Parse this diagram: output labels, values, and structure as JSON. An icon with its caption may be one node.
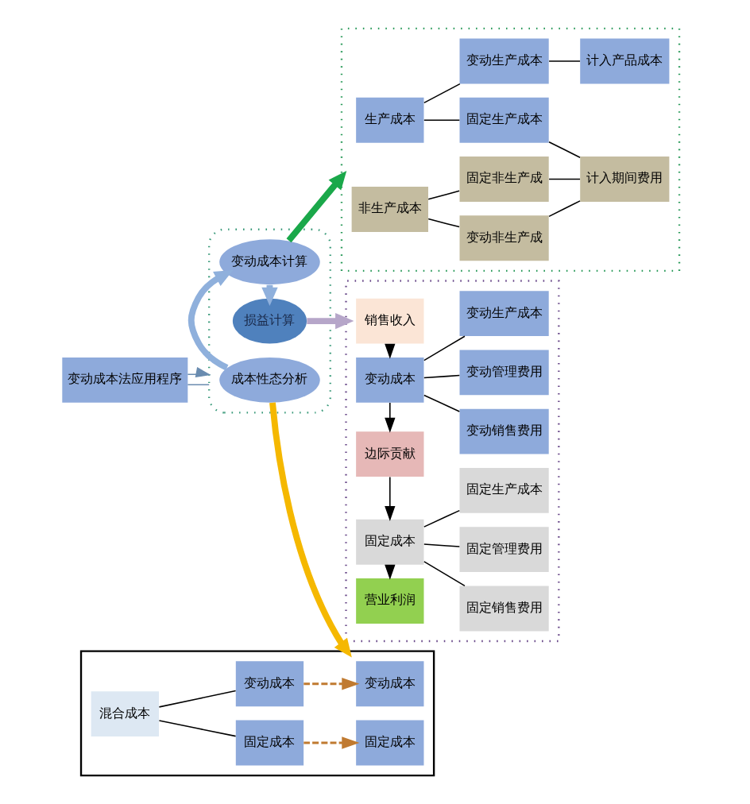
{
  "diagram": {
    "nodes": [
      {
        "text": [
          "变动成本法应用程序"
        ]
      },
      {
        "text": [],
        "shape": "box"
      },
      {
        "text": [
          "成本性态分析"
        ],
        "in": 1
      },
      {
        "text": [
          "变动成本计算"
        ],
        "in": 1
      },
      {
        "text": [
          "损益计算"
        ],
        "in": 1
      },
      {
        "text": [],
        "shape": "box"
      },
      {
        "text": [
          "变动成本"
        ],
        "in": 5
      },
      {
        "text": [
          "混合成本"
        ],
        "in": 5
      },
      {
        "text": [
          "变动成本"
        ],
        "in": 5
      },
      {
        "text": [
          "固定成本"
        ],
        "in": 5
      },
      {
        "text": [
          "固定成本"
        ],
        "in": 5
      },
      {
        "text": [],
        "shape": "box"
      },
      {
        "text": [
          "生产成本"
        ],
        "in": 11
      },
      {
        "text": [
          "非生产成本"
        ],
        "in": 11
      },
      {
        "text": [
          "变动生产成本"
        ],
        "in": 11
      },
      {
        "text": [
          "固定生产成本"
        ],
        "in": 11
      },
      {
        "text": [
          "变动非生产成"
        ],
        "in": 11
      },
      {
        "text": [
          "固定非生产成"
        ],
        "in": 11
      },
      {
        "text": [
          "计入产品成本"
        ],
        "in": 11
      },
      {
        "text": [
          "计入期间费用"
        ],
        "in": 11
      },
      {
        "text": [],
        "shape": "box"
      },
      {
        "text": [
          "销售收入"
        ],
        "in": 20
      },
      {
        "text": [
          "变动成本"
        ],
        "in": 20
      },
      {
        "text": [
          "边际贡献"
        ],
        "in": 20
      },
      {
        "text": [
          "固定成本"
        ],
        "in": 20
      },
      {
        "text": [
          "营业利润"
        ],
        "in": 20
      },
      {
        "text": [
          "变动生产成本"
        ],
        "in": 20
      },
      {
        "text": [
          "变动销售费用"
        ],
        "in": 20
      },
      {
        "text": [
          "变动管理费用"
        ],
        "in": 20
      },
      {
        "text": [
          "固定生产成本"
        ],
        "in": 20
      },
      {
        "text": [
          "固定销售费用"
        ],
        "in": 20
      },
      {
        "text": [
          "固定管理费用"
        ],
        "in": 20
      }
    ],
    "edges": [
      {
        "from": 0,
        "to": 1,
        "arrow": "none",
        "color": "#6a8cb0"
      },
      {
        "from": 0,
        "to": 1,
        "arrow": "to",
        "color": "#6a8cb0"
      },
      {
        "from": 2,
        "to": 3,
        "arrow": "to",
        "style": "thick",
        "color": "#8fb0dc"
      },
      {
        "from": 3,
        "to": 4,
        "arrow": "to",
        "style": "thick",
        "color": "#8fb0dc"
      },
      {
        "from": 2,
        "to": 5,
        "arrow": "to",
        "style": "thick",
        "color": "#f5b800"
      },
      {
        "from": 3,
        "to": 11,
        "arrow": "to",
        "style": "thick",
        "color": "#1aa84a"
      },
      {
        "from": 4,
        "to": 20,
        "arrow": "to",
        "style": "thick",
        "color": "#b6a6c9"
      },
      {
        "from": 7,
        "to": 8,
        "arrow": "none"
      },
      {
        "from": 7,
        "to": 9,
        "arrow": "none"
      },
      {
        "from": 8,
        "to": 6,
        "arrow": "to",
        "style": "dashed",
        "color": "#c07a30"
      },
      {
        "from": 9,
        "to": 10,
        "arrow": "to",
        "style": "dashed",
        "color": "#c07a30"
      },
      {
        "from": 12,
        "to": 14,
        "arrow": "none"
      },
      {
        "from": 12,
        "to": 15,
        "arrow": "none"
      },
      {
        "from": 13,
        "to": 16,
        "arrow": "none"
      },
      {
        "from": 13,
        "to": 17,
        "arrow": "none"
      },
      {
        "from": 14,
        "to": 18,
        "arrow": "none"
      },
      {
        "from": 15,
        "to": 19,
        "arrow": "none"
      },
      {
        "from": 16,
        "to": 19,
        "arrow": "none"
      },
      {
        "from": 17,
        "to": 19,
        "arrow": "none"
      },
      {
        "from": 21,
        "to": 22,
        "arrow": "to"
      },
      {
        "from": 22,
        "to": 23,
        "arrow": "to"
      },
      {
        "from": 23,
        "to": 24,
        "arrow": "to"
      },
      {
        "from": 24,
        "to": 25,
        "arrow": "to"
      },
      {
        "from": 22,
        "to": 26,
        "arrow": "none"
      },
      {
        "from": 22,
        "to": 27,
        "arrow": "none"
      },
      {
        "from": 22,
        "to": 28,
        "arrow": "none"
      },
      {
        "from": 24,
        "to": 29,
        "arrow": "none"
      },
      {
        "from": 24,
        "to": 30,
        "arrow": "none"
      },
      {
        "from": 24,
        "to": 31,
        "arrow": "none"
      }
    ]
  }
}
